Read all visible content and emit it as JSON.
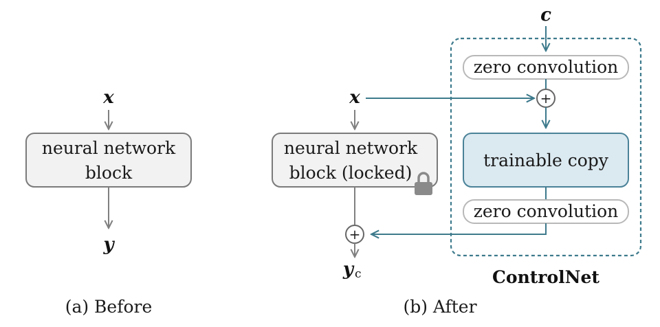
{
  "before": {
    "input_var": "x",
    "block_line1": "neural network",
    "block_line2": "block",
    "output_var": "y",
    "caption": "(a) Before"
  },
  "after": {
    "input_var": "x",
    "locked_block_line1": "neural network",
    "locked_block_line2": "block (locked)",
    "lock_icon": "lock-icon",
    "output_var": "y",
    "output_subscript": "c",
    "plus_symbol": "+",
    "caption": "(b) After"
  },
  "controlnet": {
    "condition_var": "c",
    "zero_conv_top": "zero convolution",
    "trainable_copy": "trainable copy",
    "zero_conv_bottom": "zero convolution",
    "label": "ControlNet",
    "plus_symbol": "+"
  },
  "colors": {
    "gray_line": "#808080",
    "teal_line": "#3d7a8c",
    "block_fill": "#f2f2f2",
    "block_stroke": "#7a7a7a",
    "trainable_fill": "#dbe9f0",
    "trainable_stroke": "#4a8298",
    "zero_conv_stroke": "#b8b8b8",
    "dashed_border": "#3d7a8c"
  }
}
